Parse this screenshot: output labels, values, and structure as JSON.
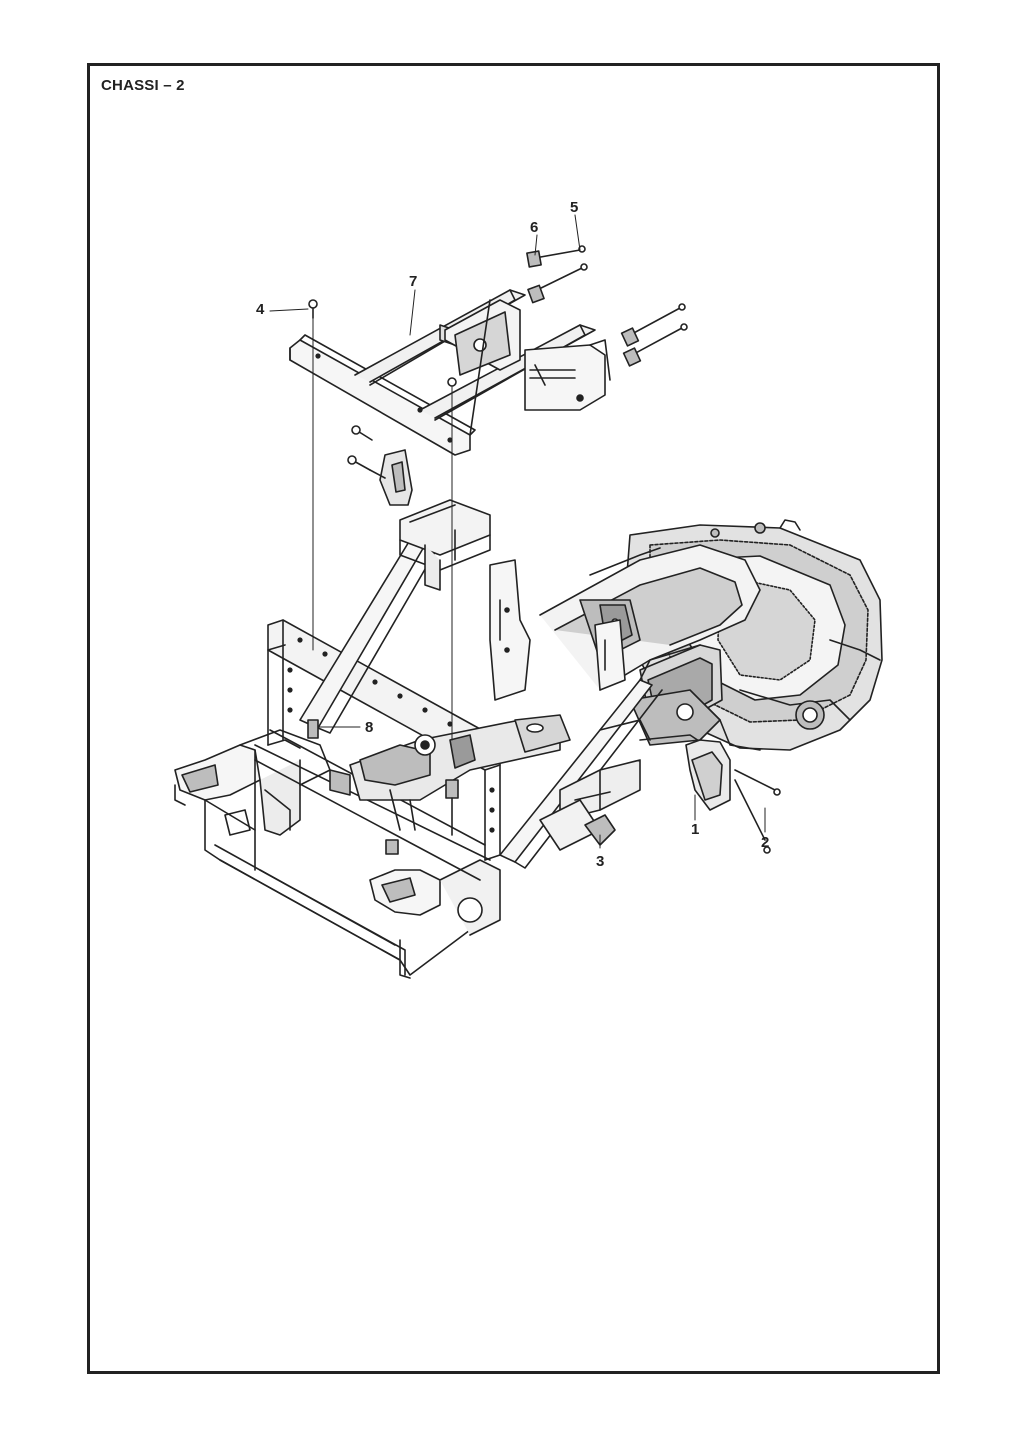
{
  "page": {
    "title": "CHASSI – 2"
  },
  "colors": {
    "ink": "#222222",
    "frame": "#222222",
    "background": "#ffffff",
    "shade": "#bdbdbd",
    "dark_shade": "#777777"
  },
  "callouts": [
    {
      "id": "1",
      "label": "1",
      "part": "bracket"
    },
    {
      "id": "2",
      "label": "2",
      "part": "bolt"
    },
    {
      "id": "3",
      "label": "3",
      "part": "bracket-clip"
    },
    {
      "id": "4",
      "label": "4",
      "part": "bolt"
    },
    {
      "id": "5",
      "label": "5",
      "part": "bolt"
    },
    {
      "id": "6",
      "label": "6",
      "part": "spacer"
    },
    {
      "id": "7",
      "label": "7",
      "part": "seat-frame"
    },
    {
      "id": "8",
      "label": "8",
      "part": "spacer"
    }
  ]
}
